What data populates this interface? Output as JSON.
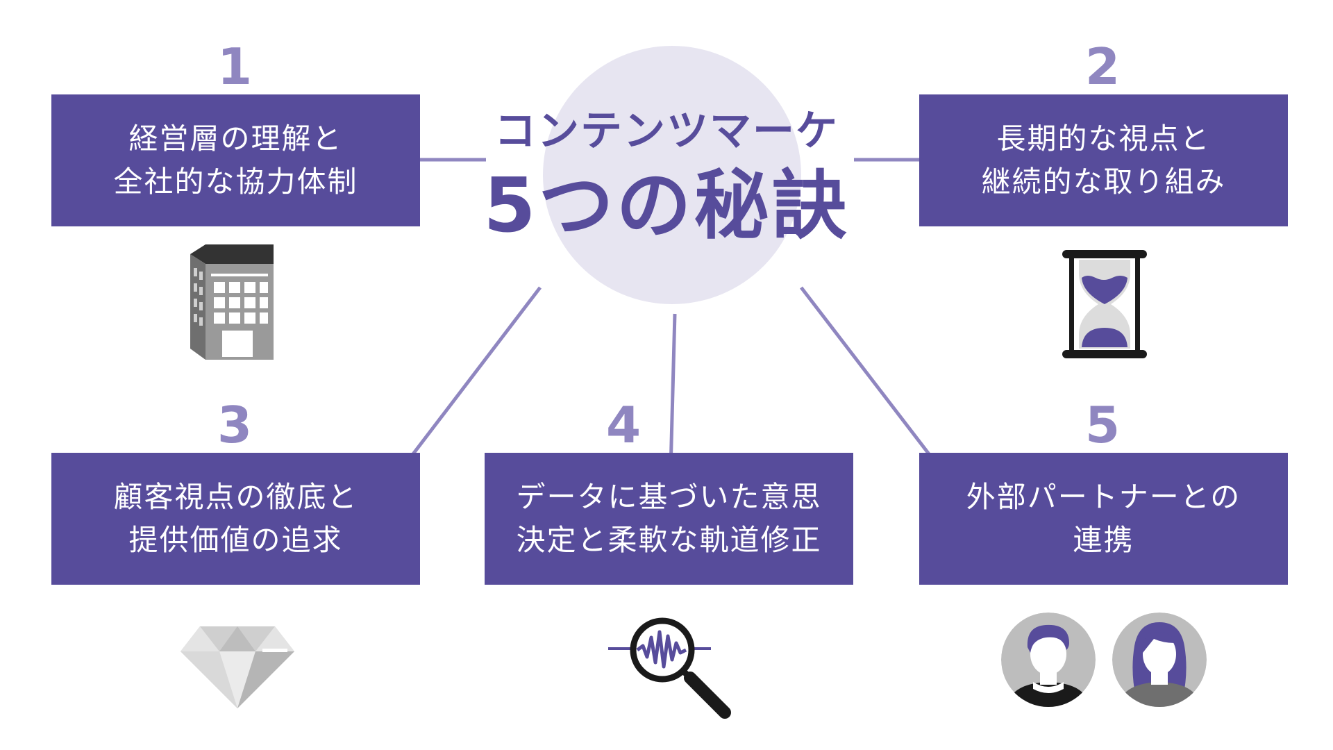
{
  "hub": {
    "line1": "コンテンツマーケ",
    "line2": "5つの秘訣"
  },
  "colors": {
    "primary": "#574c9b",
    "accent": "#8f86c0",
    "hub_fill": "#e7e5f1",
    "icon_gray": "#9a9a9a",
    "icon_dark": "#1a1a1a"
  },
  "secrets": [
    {
      "number": "1",
      "line1": "経営層の理解と",
      "line2": "全社的な協力体制",
      "icon": "office-building-icon"
    },
    {
      "number": "2",
      "line1": "長期的な視点と",
      "line2": "継続的な取り組み",
      "icon": "hourglass-icon"
    },
    {
      "number": "3",
      "line1": "顧客視点の徹底と",
      "line2": "提供価値の追求",
      "icon": "diamond-icon"
    },
    {
      "number": "4",
      "line1": "データに基づいた意思",
      "line2": "決定と柔軟な軌道修正",
      "icon": "magnifier-waveform-icon"
    },
    {
      "number": "5",
      "line1": "外部パートナーとの",
      "line2": "連携",
      "icon": "partners-icon"
    }
  ]
}
